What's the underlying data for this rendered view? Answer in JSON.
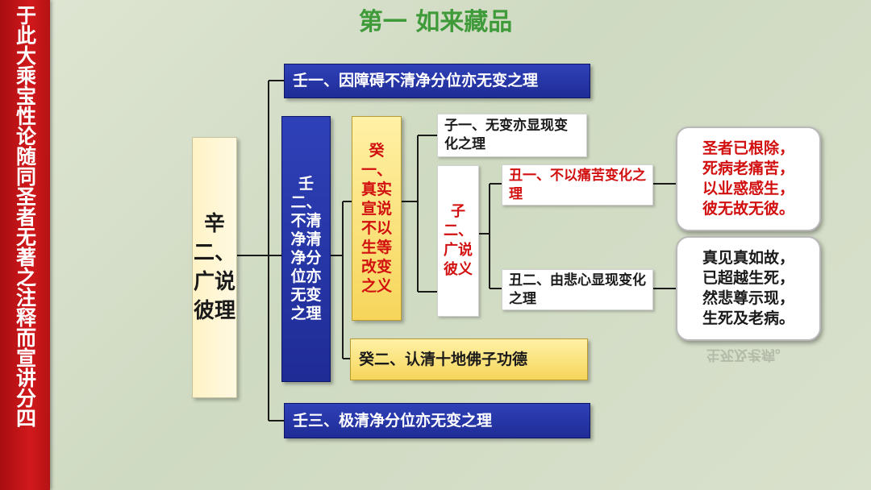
{
  "sidebar": {
    "text": "于此大乘宝性论随同圣者无著之注释而宣讲分四"
  },
  "title": "第一  如来藏品",
  "root": {
    "text": "辛二、广说彼理"
  },
  "ren1": {
    "text": "壬一、因障碍不清净分位亦无变之理"
  },
  "ren2": {
    "text": "壬二、不清净清净分位亦无变之理"
  },
  "ren3": {
    "text": "壬三、极清净分位亦无变之理"
  },
  "gui1": {
    "text": "癸一、真实宣说不以生等改变之义"
  },
  "gui2": {
    "text": "癸二、认清十地佛子功德"
  },
  "zi1": {
    "text": "子一、无变亦显现变化之理"
  },
  "zi2": {
    "text": "子二、广说彼义"
  },
  "chou1": {
    "text": "丑一、不以痛苦变化之理"
  },
  "chou2": {
    "text": "丑二、由悲心显现变化之理"
  },
  "callout1": {
    "lines": [
      "圣者已根除，",
      "死病老痛苦，",
      "以业惑感生，",
      "彼无故无彼。"
    ]
  },
  "callout2": {
    "lines": [
      "真见真如故，",
      "已超越生死，",
      "然悲尊示现，",
      "生死及老病。"
    ]
  },
  "colors": {
    "blue": "#2436a8",
    "gold": "#f6d55a",
    "red": "#d20f0f",
    "title_green": "#3f9a3a",
    "sidebar_red": "#c8161a"
  }
}
